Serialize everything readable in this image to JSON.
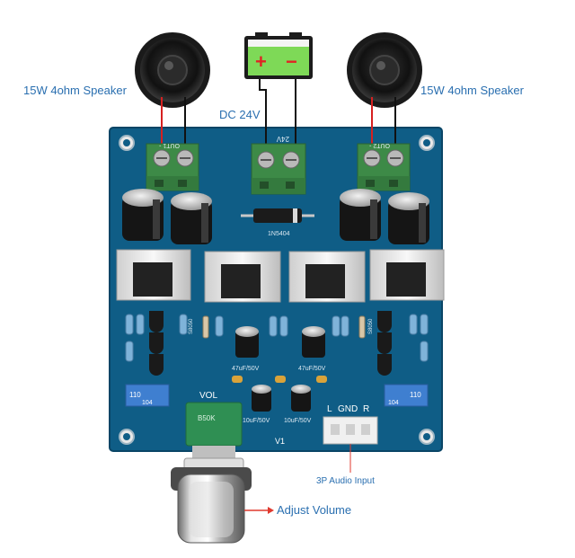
{
  "labels": {
    "speaker_left": "15W 4ohm Speaker",
    "speaker_right": "15W 4ohm Speaker",
    "power": "DC 24V",
    "audio_input": "3P Audio Input",
    "adjust_volume": "Adjust Volume"
  },
  "battery": {
    "plus": "+",
    "minus": "−"
  },
  "board": {
    "terminal_left": "OUT1 -",
    "terminal_mid": "24V",
    "terminal_right": "OUT2 -",
    "diode": "1N5404",
    "cap_47_left": "47uF/50V",
    "cap_47_right": "47uF/50V",
    "cap_10_left": "10uF/50V",
    "cap_10_right": "10uF/50V",
    "vol": "VOL",
    "v1": "V1",
    "input_l": "L",
    "input_gnd": "GND",
    "input_r": "R",
    "trim_left_a": "110",
    "trim_left_b": "104",
    "trim_right_a": "110",
    "trim_right_b": "104",
    "pot_code": "B50K",
    "transistor": "S8050"
  },
  "colors": {
    "pcb": "#0f5d86",
    "speaker_wire_red": "#d62020",
    "wire_black": "#111111",
    "battery_green": "#7ed957",
    "terminal_green": "#3d8a47",
    "label_blue": "#2a6fb0",
    "arrow_red": "#e03a2f"
  }
}
